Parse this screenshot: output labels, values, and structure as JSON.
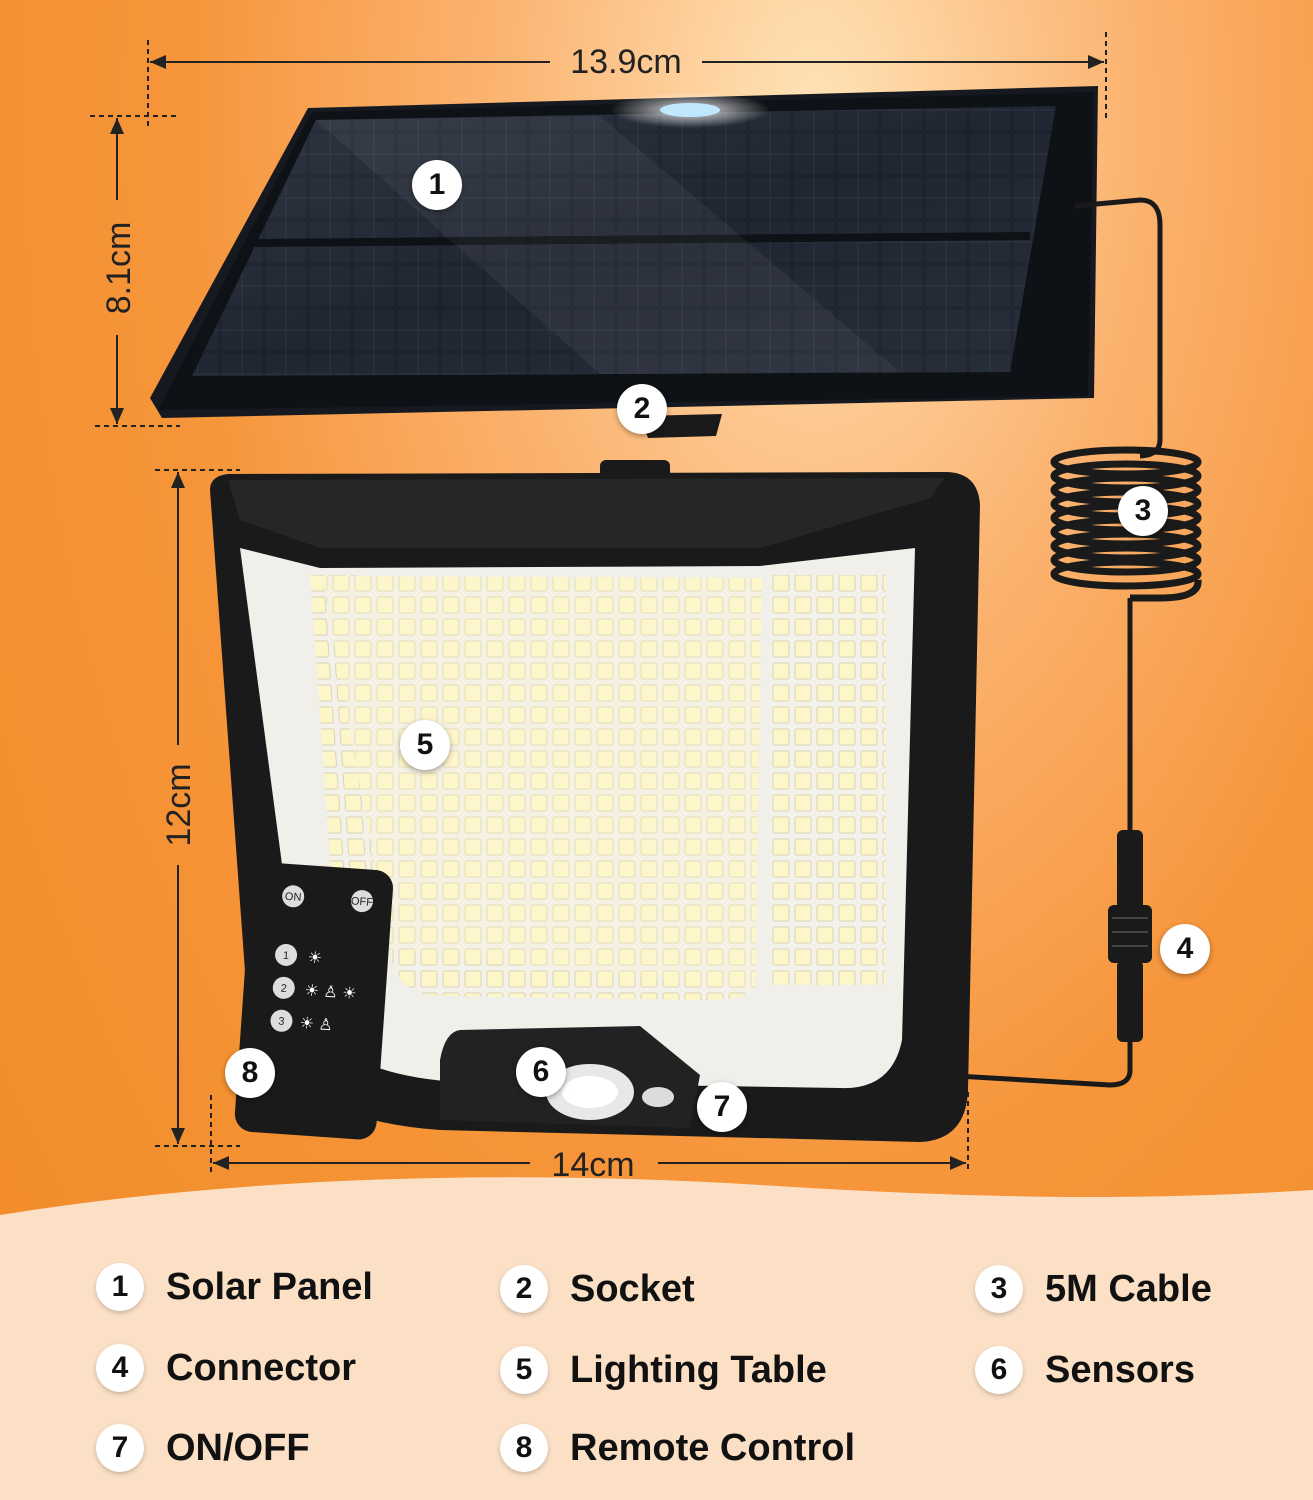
{
  "dimensions": {
    "panel_width": "13.9cm",
    "panel_height": "8.1cm",
    "light_height": "12cm",
    "light_width": "14cm"
  },
  "callouts": [
    "1",
    "2",
    "3",
    "4",
    "5",
    "6",
    "7",
    "8"
  ],
  "remote": {
    "on_label": "ON",
    "off_label": "OFF",
    "modes": [
      "1",
      "2",
      "3"
    ]
  },
  "legend": [
    {
      "num": "1",
      "label": "Solar Panel"
    },
    {
      "num": "2",
      "label": "Socket"
    },
    {
      "num": "3",
      "label": "5M Cable"
    },
    {
      "num": "4",
      "label": "Connector"
    },
    {
      "num": "5",
      "label": "Lighting Table"
    },
    {
      "num": "6",
      "label": "Sensors"
    },
    {
      "num": "7",
      "label": "ON/OFF"
    },
    {
      "num": "8",
      "label": "Remote Control"
    }
  ],
  "colors": {
    "background": "#f6953a",
    "legend_band": "#fbe0c6",
    "panel_cell": "#1e2430",
    "housing": "#1a1a1a"
  }
}
